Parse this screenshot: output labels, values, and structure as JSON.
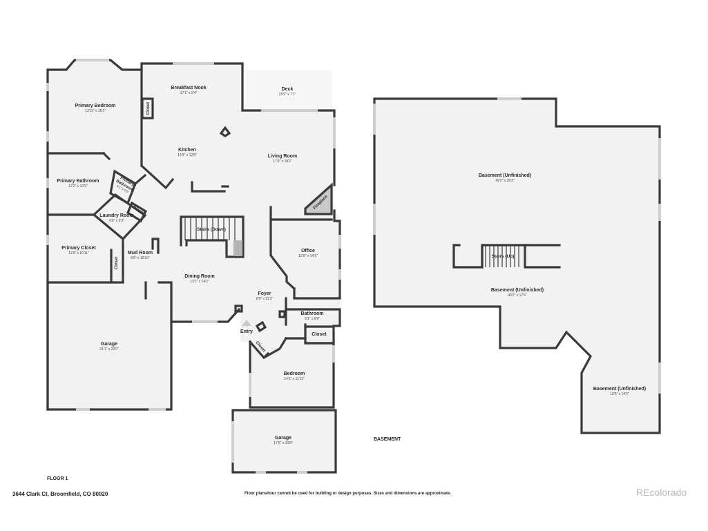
{
  "floor1": {
    "label": "FLOOR 1",
    "rooms": {
      "primary_bedroom": {
        "name": "Primary Bedroom",
        "dims": "13'11\" x 16'1\""
      },
      "breakfast_nook": {
        "name": "Breakfast Nook",
        "dims": "17'1\" x 9'4\""
      },
      "deck": {
        "name": "Deck",
        "dims": "15'9\" x 7'1\""
      },
      "closet_kitchen": {
        "name": "Closet"
      },
      "kitchen": {
        "name": "Kitchen",
        "dims": "14'9\" x 12'8\""
      },
      "living_room": {
        "name": "Living Room",
        "dims": "17'9\" x 18'2\""
      },
      "primary_bathroom": {
        "name": "Primary Bathroom",
        "dims": "12'2\" x 10'9\""
      },
      "primary_bathroom_small": {
        "name_line1": "Primary",
        "name_line2": "Bathroom",
        "dims": "4'1\" x 5'6\""
      },
      "closet_laundry": {
        "name": "Closet"
      },
      "fireplace": {
        "name": "Fireplace"
      },
      "laundry_room": {
        "name": "Laundry Room",
        "dims": "6'0\" x 5'3\""
      },
      "stairs_down": {
        "name": "Stairs (Down)"
      },
      "primary_closet": {
        "name": "Primary Closet",
        "dims": "11'8\" x 10'11\""
      },
      "closet_mud": {
        "name": "Closet"
      },
      "mud_room": {
        "name": "Mud Room",
        "dims": "6'6\" x 10'10\""
      },
      "office": {
        "name": "Office",
        "dims": "12'0\" x 14'1\""
      },
      "dining_room": {
        "name": "Dining Room",
        "dims": "13'1\" x 14'2\""
      },
      "foyer": {
        "name": "Foyer",
        "dims": "8'9\" x 11'1\""
      },
      "bathroom": {
        "name": "Bathroom",
        "dims": "9'1\" x 6'9\""
      },
      "closet_bath": {
        "name": "Closet"
      },
      "entry": {
        "name": "Entry"
      },
      "closet_entry": {
        "name": "Closet"
      },
      "garage_left": {
        "name": "Garage",
        "dims": "21'1\" x 22'0\""
      },
      "bedroom": {
        "name": "Bedroom",
        "dims": "14'1\" x 11'11\""
      },
      "garage_right": {
        "name": "Garage",
        "dims": "17'5\" x 10'8\""
      }
    }
  },
  "basement": {
    "label": "BASEMENT",
    "rooms": {
      "upper": {
        "name": "Basement (Unfinished)",
        "dims": "49'2\" x 25'3\""
      },
      "stairs_up": {
        "name": "Stairs (Up)"
      },
      "middle": {
        "name": "Basement (Unfinished)",
        "dims": "49'2\" x 17'6\""
      },
      "lower": {
        "name": "Basement (Unfinished)",
        "dims": "13'3\" x 14'3\""
      }
    }
  },
  "footer": {
    "address": "3644 Clark Ct, Broomfield, CO 80020",
    "disclaimer": "Floor plans/tour cannot be used for building or design purposes. Sizes and dimensions are approximate.",
    "brand": "REcolorado"
  }
}
